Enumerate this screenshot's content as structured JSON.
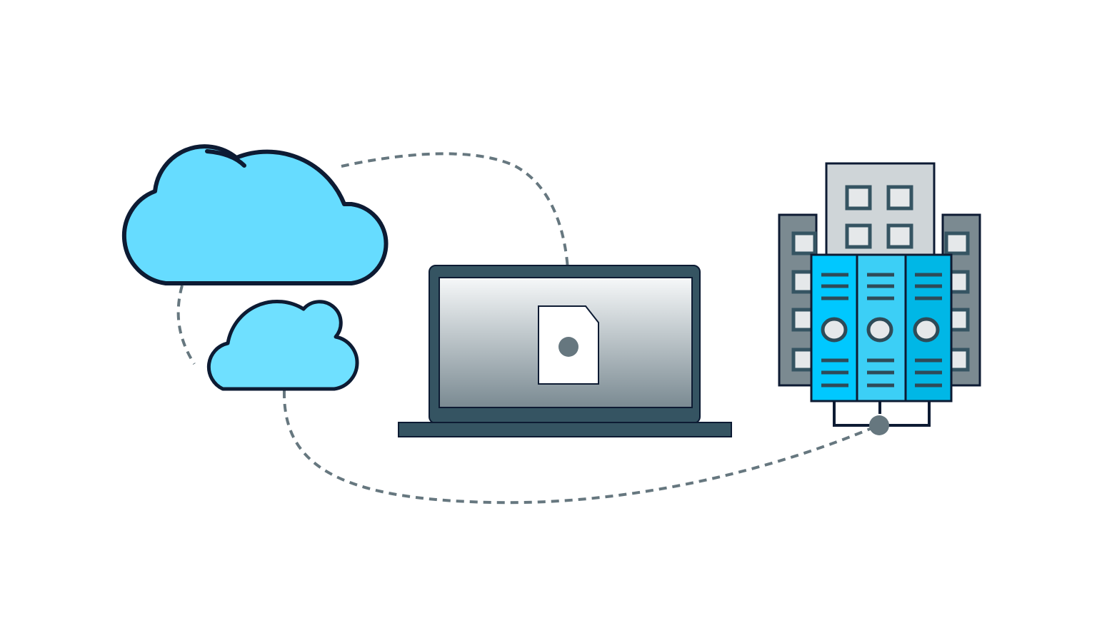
{
  "colors": {
    "background": "#ffffff",
    "outline": "#0d1b33",
    "cloud_fill_large": "#66dcff",
    "cloud_fill_small": "#6fe0ff",
    "connector": "#66777f",
    "laptop_body": "#355462",
    "screen_top": "#f6f8f9",
    "screen_bottom": "#7a8a92",
    "document_fill": "#ffffff",
    "building_center": "#cfd5d8",
    "building_side": "#7b8a91",
    "window_fill": "#e5e8ea",
    "window_stroke": "#355462",
    "rack_left": "#00c8ff",
    "rack_middle": "#3ccff6",
    "rack_right": "#00b7e6",
    "rack_detail": "#2e4b58",
    "rack_disk_fill": "#e5e8ea"
  },
  "icons": {
    "cloud_large": "cloud-icon",
    "cloud_small": "cloud-icon",
    "laptop": "laptop-icon",
    "document": "file-icon",
    "datacenter": "server-building-icon"
  },
  "connections": [
    {
      "from": "cloud-large",
      "to": "document-on-laptop",
      "style": "dashed"
    },
    {
      "from": "cloud-large",
      "to": "cloud-small",
      "style": "dashed"
    },
    {
      "from": "cloud-small",
      "to": "server-rack",
      "style": "dashed"
    }
  ]
}
